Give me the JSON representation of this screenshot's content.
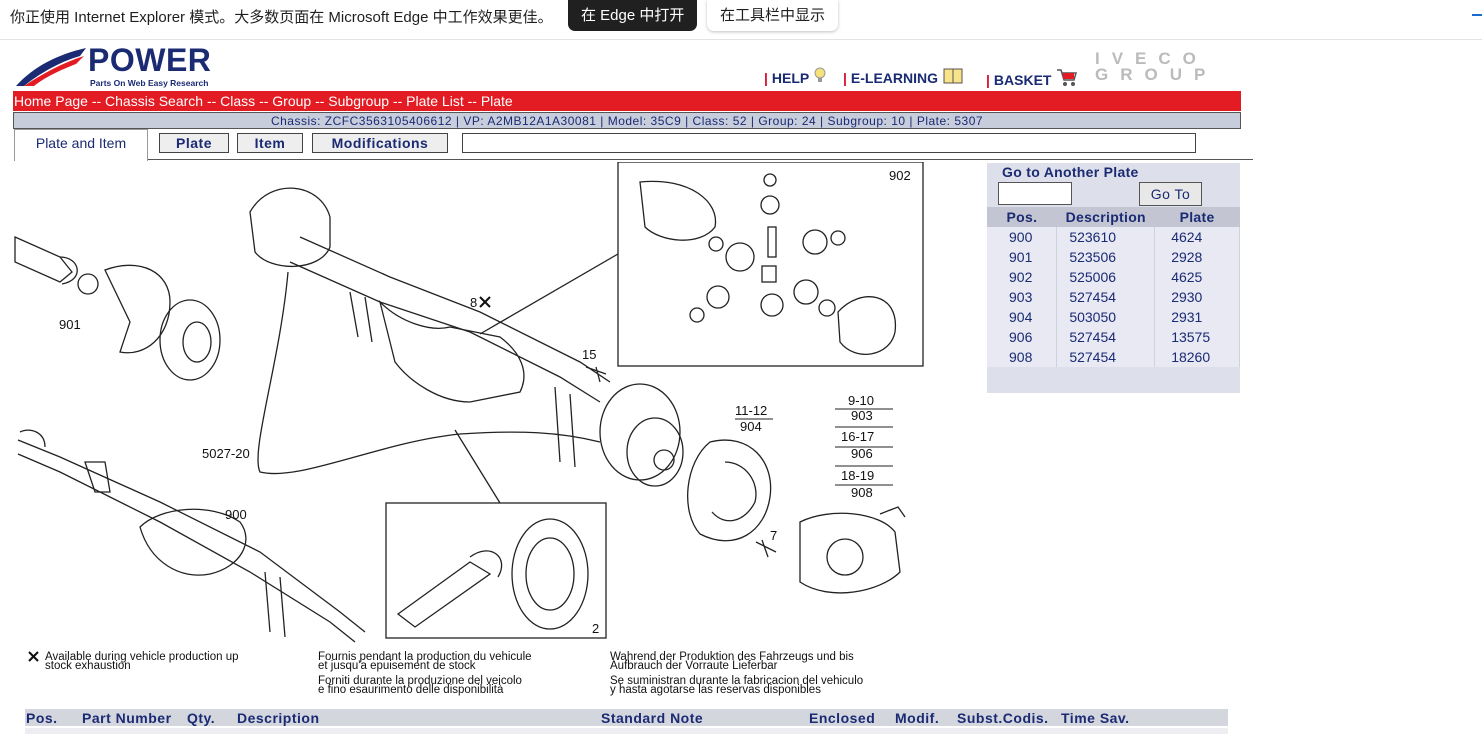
{
  "ie_banner": {
    "message": "你正使用 Internet Explorer 模式。大多数页面在 Microsoft Edge 中工作效果更佳。",
    "open_in_edge": "在 Edge 中打开",
    "show_in_toolbar": "在工具栏中显示"
  },
  "logo": {
    "text": "POWER",
    "sub": "Parts On Web Easy Research"
  },
  "toplinks": {
    "help": "HELP",
    "elearning": "E-LEARNING",
    "basket": "BASKET",
    "separator": "|"
  },
  "brand": {
    "top": "IVECO",
    "bottom": "GROUP"
  },
  "breadcrumb": "Home Page -- Chassis Search -- Class -- Group -- Subgroup -- Plate List -- Plate",
  "chassis_info": "Chassis: ZCFC3563105406612 | VP: A2MB12A1A30081 | Model: 35C9 | Class: 52 | Group: 24 | Subgroup: 10 | Plate: 5307",
  "tabs": {
    "plate_and_item": "Plate and Item",
    "plate": "Plate",
    "item": "Item",
    "modifications": "Modifications"
  },
  "drawing": {
    "labels": {
      "l902": "902",
      "l901": "901",
      "l8": "8",
      "l15": "15",
      "l5027": "5027-20",
      "l900": "900",
      "l1112": "11-12",
      "l904": "904",
      "l910": "9-10",
      "l903": "903",
      "l1617": "16-17",
      "l906": "906",
      "l1819": "18-19",
      "l908": "908",
      "l7": "7",
      "l2": "2"
    }
  },
  "goto": {
    "title": "Go to Another Plate",
    "input_value": "",
    "button": "Go To",
    "headers": {
      "pos": "Pos.",
      "description": "Description",
      "plate": "Plate"
    },
    "rows": [
      {
        "pos": "900",
        "description": "523610",
        "plate": "4624"
      },
      {
        "pos": "901",
        "description": "523506",
        "plate": "2928"
      },
      {
        "pos": "902",
        "description": "525006",
        "plate": "4625"
      },
      {
        "pos": "903",
        "description": "527454",
        "plate": "2930"
      },
      {
        "pos": "904",
        "description": "503050",
        "plate": "2931"
      },
      {
        "pos": "906",
        "description": "527454",
        "plate": "13575"
      },
      {
        "pos": "908",
        "description": "527454",
        "plate": "18260"
      }
    ]
  },
  "notes": {
    "en_1": "Available during vehicle production up",
    "en_2": "stock exhaustion",
    "fr_1": "Fournis pendant la production du vehicule",
    "fr_2": "et jusqu'a epuisement de stock",
    "it_1": "Forniti durante la produzione del veicolo",
    "it_2": "e fino esaurimento delle disponibilità",
    "de_1": "Wahrend der Produktion des Fahrzeugs und bis",
    "de_2": "Aufbrauch der Vorraute Lieferbar",
    "es_1": "Se suministran durante la fabricacion del vehiculo",
    "es_2": "y hasta agotarse las reservas disponibles"
  },
  "items_table": {
    "headers": {
      "pos": "Pos.",
      "part_number": "Part Number",
      "qty": "Qty.",
      "description": "Description",
      "standard_note": "Standard Note",
      "enclosed": "Enclosed",
      "modif": "Modif.",
      "subst_codis": "Subst.Codis.",
      "time_sav": "Time Sav."
    }
  },
  "colors": {
    "accent_red": "#e31b23",
    "navy": "#1a2a73",
    "panel_bg": "#dde0ea"
  },
  "icons": [
    "help-bulb-icon",
    "elearning-book-icon",
    "basket-cart-icon",
    "star-x-icon"
  ]
}
